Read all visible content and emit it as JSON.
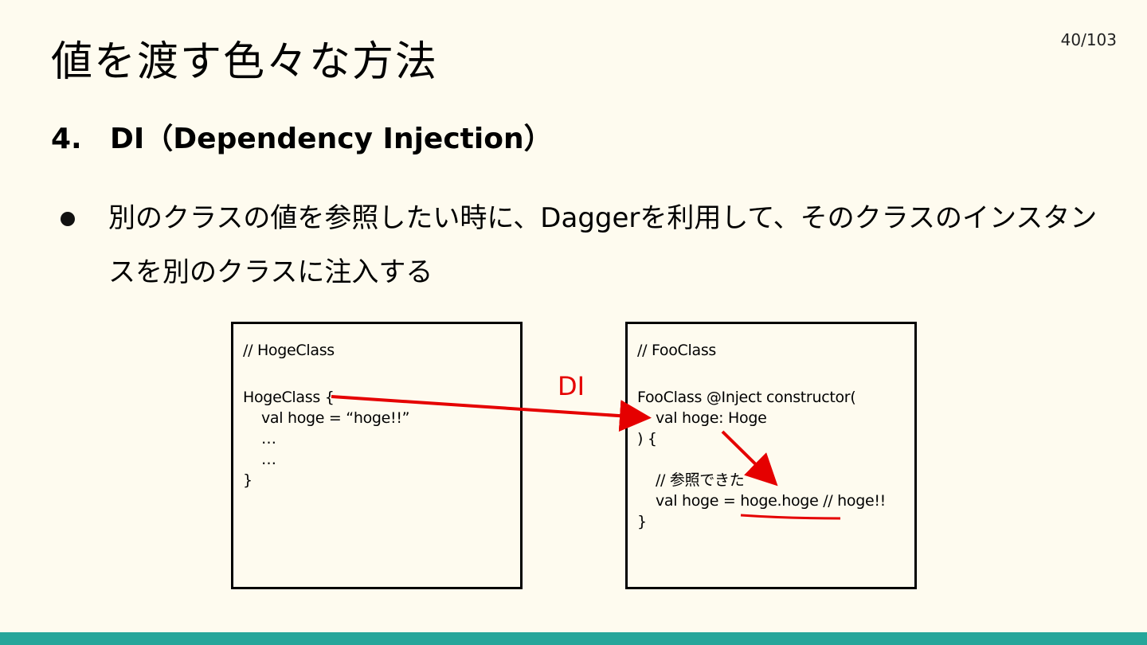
{
  "slide": {
    "page_number": "40/103",
    "title": "値を渡す色々な方法",
    "heading_number": "4.",
    "heading_text": "DI（Dependency Injection）",
    "bullet_text": "別のクラスの値を参照したい時に、Daggerを利用して、そのクラスのインスタンスを別のクラスに注入する"
  },
  "left_code": {
    "lines": [
      "// HogeClass",
      "",
      "HogeClass {",
      "    val hoge = “hoge!!”",
      "    …",
      "    …",
      "}"
    ]
  },
  "right_code": {
    "lines": [
      "// FooClass",
      "",
      "FooClass @Inject constructor(",
      "    val hoge: Hoge",
      ") {",
      "",
      "    // 参照できた",
      "    val hoge = hoge.hoge // hoge!!",
      "}"
    ]
  },
  "annotation": {
    "di_label": "DI",
    "color": "#e50000"
  },
  "colors": {
    "background": "#fefbef",
    "footer_bar": "#26a69a",
    "accent_red": "#e50000"
  }
}
